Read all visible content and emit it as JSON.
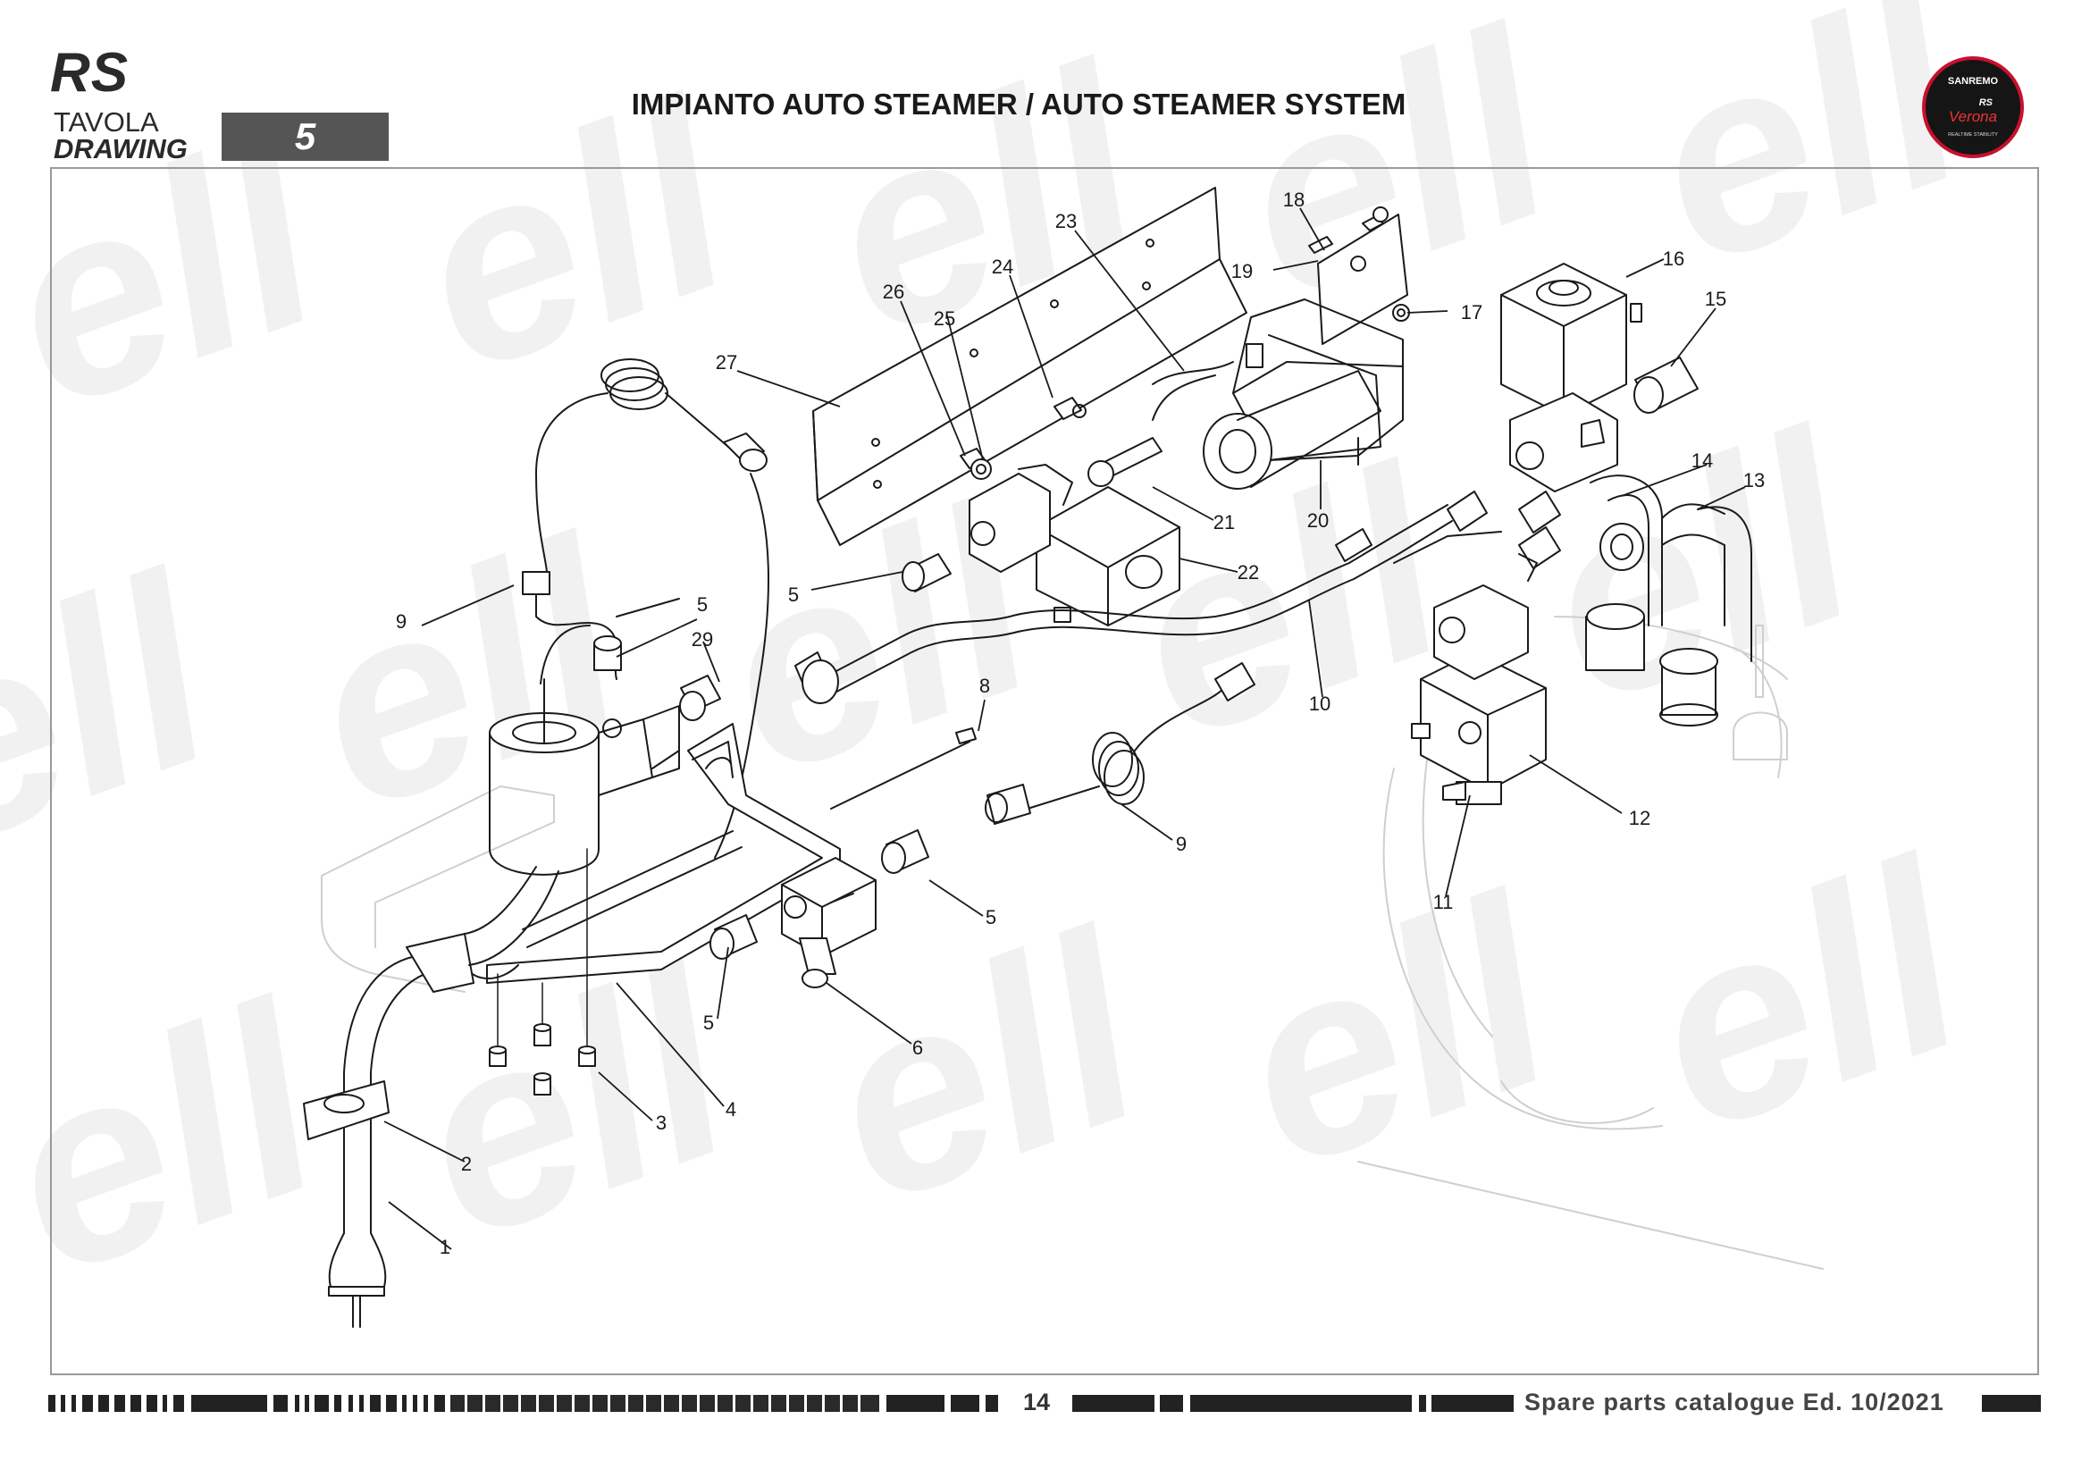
{
  "header": {
    "model": "RS",
    "tavola_label": "TAVOLA",
    "drawing_label": "DRAWING",
    "drawing_number": "5",
    "title": "IMPIANTO AUTO STEAMER / AUTO STEAMER SYSTEM"
  },
  "logo": {
    "brand": "SANREMO",
    "model": "RS",
    "script": "Verona",
    "tagline": "REALTIME STABILITY",
    "ring_color": "#c8102e"
  },
  "callouts": [
    {
      "label": "1"
    },
    {
      "label": "2"
    },
    {
      "label": "3"
    },
    {
      "label": "4"
    },
    {
      "label": "5"
    },
    {
      "label": "5"
    },
    {
      "label": "5"
    },
    {
      "label": "5"
    },
    {
      "label": "6"
    },
    {
      "label": "8"
    },
    {
      "label": "9"
    },
    {
      "label": "9"
    },
    {
      "label": "10"
    },
    {
      "label": "11"
    },
    {
      "label": "12"
    },
    {
      "label": "13"
    },
    {
      "label": "14"
    },
    {
      "label": "15"
    },
    {
      "label": "16"
    },
    {
      "label": "17"
    },
    {
      "label": "18"
    },
    {
      "label": "19"
    },
    {
      "label": "20"
    },
    {
      "label": "21"
    },
    {
      "label": "22"
    },
    {
      "label": "23"
    },
    {
      "label": "24"
    },
    {
      "label": "25"
    },
    {
      "label": "26"
    },
    {
      "label": "27"
    },
    {
      "label": "29"
    }
  ],
  "footer": {
    "page_number": "14",
    "catalogue_label": "Spare parts catalogue Ed. 10/2021"
  }
}
